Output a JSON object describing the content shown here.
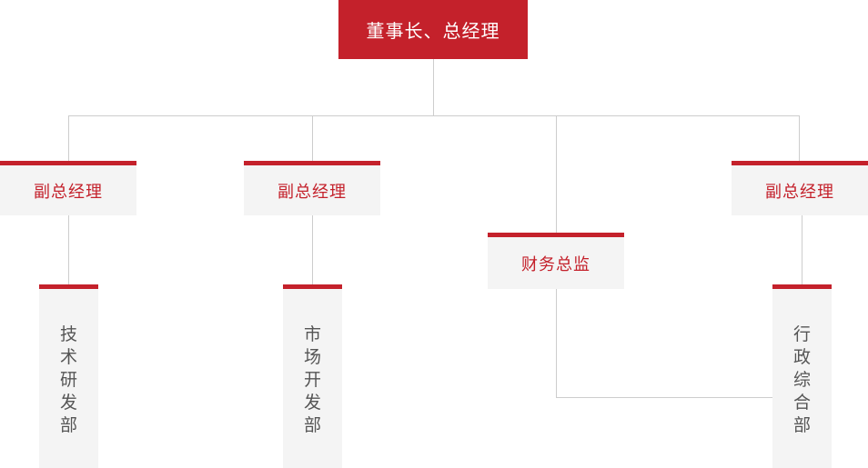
{
  "chart_title": "",
  "colors": {
    "accent_red": "#c4212b",
    "node_background": "#f4f4f4",
    "connector_gray": "#cdcdcd",
    "root_text": "#ffffff",
    "mid_text": "#c4212b",
    "leaf_text": "#555555",
    "page_background": "#ffffff"
  },
  "org": {
    "root": {
      "label": "董事长、总经理"
    },
    "level2": [
      {
        "label": "副总经理"
      },
      {
        "label": "副总经理"
      },
      {
        "label": "财务总监"
      },
      {
        "label": "副总经理"
      }
    ],
    "level3": [
      {
        "label": "技术研发部"
      },
      {
        "label": "市场开发部"
      },
      {
        "label": "行政综合部"
      }
    ]
  }
}
